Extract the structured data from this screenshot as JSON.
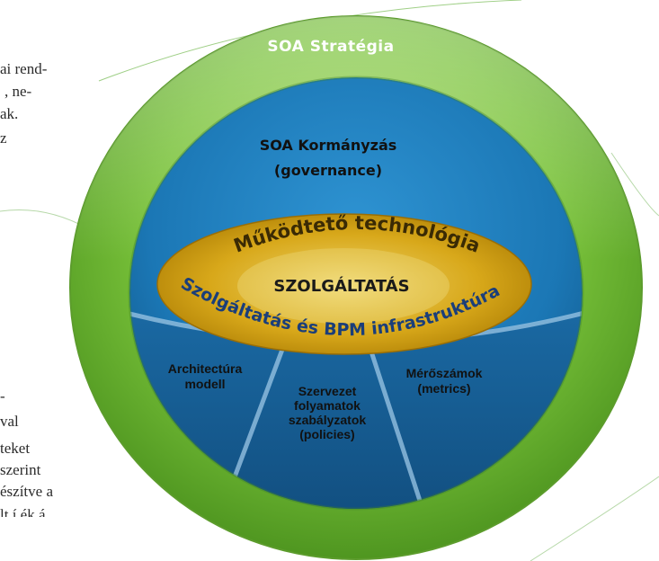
{
  "background_text": {
    "top_lines": [
      "ai rend-",
      ", ne-",
      "ak.",
      "z"
    ],
    "bottom_lines": [
      "-",
      "val",
      "teket",
      "szerint",
      "észítve   a",
      "lt   í  ék  á"
    ]
  },
  "diagram": {
    "outer_ring_label": "SOA Stratégia",
    "governance_line1": "SOA Kormányzás",
    "governance_line2": "(governance)",
    "arc_top_label": "Működtető technológia",
    "center_label": "SZOLGÁLTATÁS",
    "arc_bottom_label": "Szolgáltatás és BPM infrastruktúra",
    "segment_left": [
      "Architectúra",
      "modell"
    ],
    "segment_middle": [
      "Szervezet",
      "folyamatok",
      "szabályzatok",
      "(policies)"
    ],
    "segment_right": [
      "Mérőszámok",
      "(metrics)"
    ]
  },
  "colors": {
    "outer_green": "#6cb42a",
    "outer_green_light": "#a8dc5a",
    "blue": "#1f7fbf",
    "blue_dark": "#1a5f94",
    "gold": "#d6a615",
    "gold_light": "#e8cf63",
    "title_text": "#ffffff",
    "gold_text": "#1a3e7a"
  }
}
